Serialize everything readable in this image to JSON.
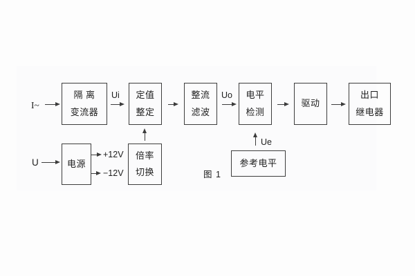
{
  "figure": {
    "caption": "图 1",
    "type": "block-diagram"
  },
  "inputs": {
    "current": "I~",
    "voltage": "U"
  },
  "signal_labels": {
    "ui": "Ui",
    "uo": "Uo",
    "ue": "Ue",
    "plus_12v": "+12V",
    "minus_12v": "−12V"
  },
  "blocks": [
    {
      "id": "isolation-transformer",
      "line1": "隔 离",
      "line2": "变流器"
    },
    {
      "id": "setting-adjustment",
      "line1": "定值",
      "line2": "整定"
    },
    {
      "id": "rectifier-filter",
      "line1": "整流",
      "line2": "滤波"
    },
    {
      "id": "level-detector",
      "line1": "电平",
      "line2": "检测"
    },
    {
      "id": "driver",
      "line1": "驱动"
    },
    {
      "id": "output-relay",
      "line1": "出口",
      "line2": "继电器"
    },
    {
      "id": "power-supply",
      "line1": "电源"
    },
    {
      "id": "ratio-switch",
      "line1": "倍率",
      "line2": "切换"
    },
    {
      "id": "reference-level",
      "line1": "参考电平"
    }
  ],
  "colors": {
    "background": "#fdfdfd",
    "line": "#3c3c3c",
    "text": "#1e1e1e"
  }
}
